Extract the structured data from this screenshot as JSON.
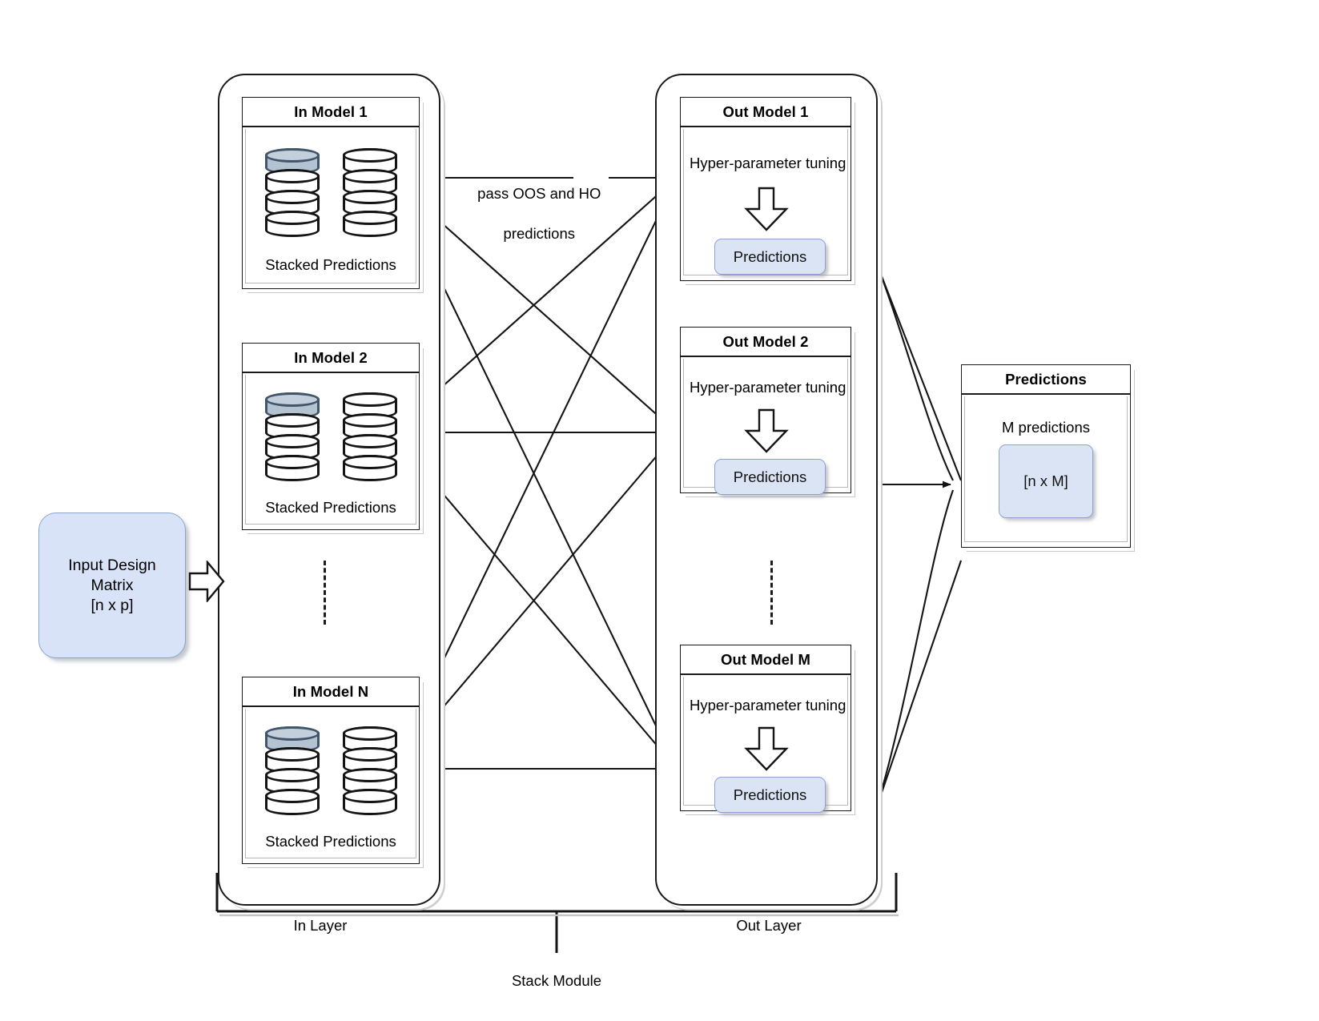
{
  "diagram": {
    "title": "Stack Module",
    "input": {
      "line1": "Input Design",
      "line2": "Matrix",
      "line3": "[n x p]"
    },
    "edge_label": {
      "line1": "pass OOS and HO",
      "line2": "predictions"
    },
    "in_layer": {
      "label": "In Layer",
      "models": [
        {
          "title": "In Model 1",
          "caption": "Stacked Predictions"
        },
        {
          "title": "In Model 2",
          "caption": "Stacked Predictions"
        },
        {
          "title": "In Model N",
          "caption": "Stacked Predictions"
        }
      ],
      "ellipsis": "vertical-dots"
    },
    "out_layer": {
      "label": "Out Layer",
      "models": [
        {
          "title": "Out Model 1",
          "tuning": "Hyper-parameter tuning",
          "pill": "Predictions"
        },
        {
          "title": "Out Model 2",
          "tuning": "Hyper-parameter tuning",
          "pill": "Predictions"
        },
        {
          "title": "Out Model M",
          "tuning": "Hyper-parameter tuning",
          "pill": "Predictions"
        }
      ],
      "ellipsis": "vertical-dots"
    },
    "output": {
      "title": "Predictions",
      "caption": "M predictions",
      "pill": "[n x M]"
    },
    "colors": {
      "accent_fill": "#d9e3f7",
      "accent_border": "#8ba4cf",
      "cylinder_accent_fill": "#b4c3d2",
      "cylinder_accent_border": "#41556b",
      "stroke": "#1a1a1a",
      "background": "#ffffff"
    }
  }
}
